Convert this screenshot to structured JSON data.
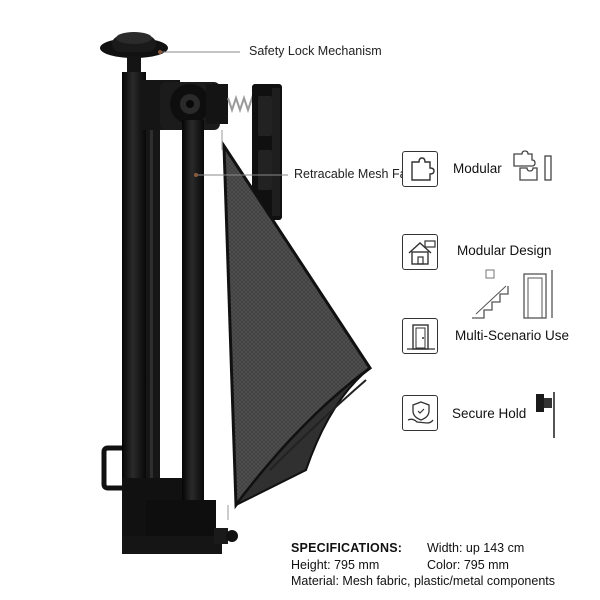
{
  "callouts": {
    "safety_lock": "Safety Lock Mechanism",
    "mesh_fabric": "Retracable Mesh Fabric"
  },
  "features": [
    {
      "label": "Modular",
      "icon": "puzzle-icon"
    },
    {
      "label": "Modular Design",
      "icon": "house-icon"
    },
    {
      "label": "Multi-Scenario Use",
      "icon": "door-icon"
    },
    {
      "label": "Secure Hold",
      "icon": "hand-shield-icon"
    }
  ],
  "specs": {
    "heading": "SPECIFICATIONS:",
    "width": "Width: up 143 cm",
    "height": "Height: 795 mm",
    "color": "Color: 795 mm",
    "material": "Material: Mesh fabric, plastic/metal components"
  },
  "colors": {
    "frame": "#141414",
    "mesh": "#4a4a4a",
    "accent": "#8a5a3c"
  }
}
